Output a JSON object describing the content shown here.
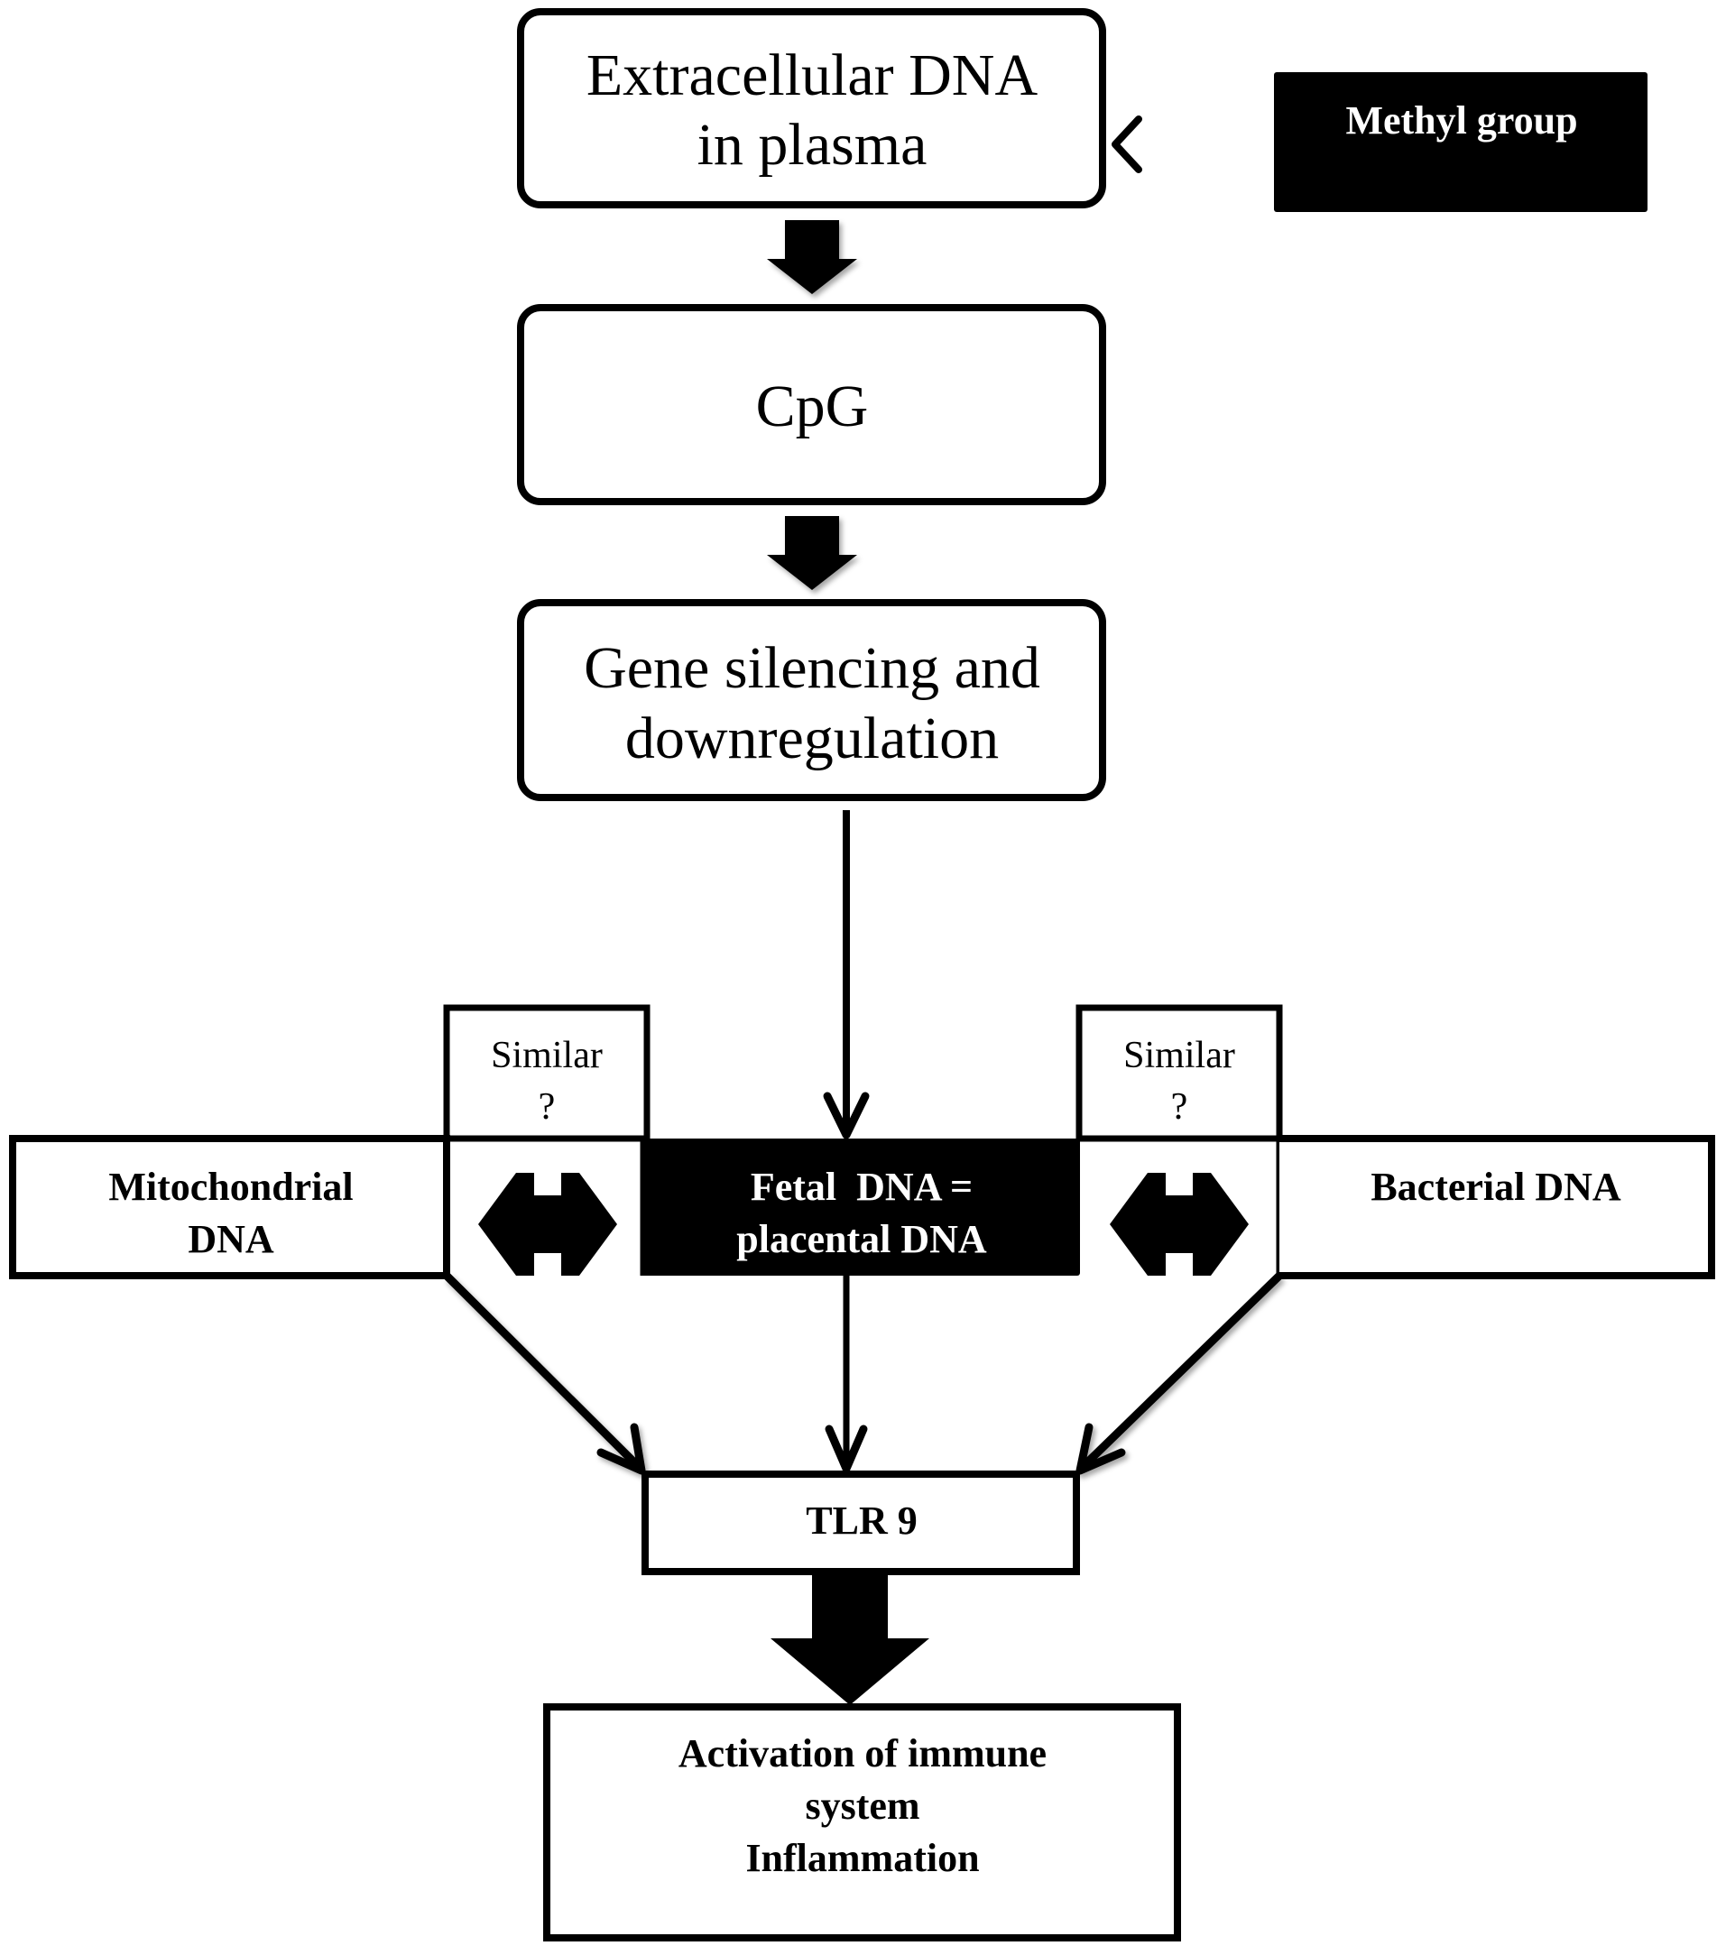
{
  "diagram": {
    "type": "flowchart",
    "colors": {
      "stroke": "#000000",
      "dark_fill": "#000000",
      "light_fill": "#ffffff",
      "dark_text": "#ffffff",
      "light_text": "#000000"
    },
    "nodes": {
      "extracellular_dna": {
        "lines": [
          "Extracellular DNA",
          "in plasma"
        ]
      },
      "methyl_group": {
        "lines": [
          "Methyl group"
        ]
      },
      "cpg": {
        "lines": [
          "CpG"
        ]
      },
      "gene_silencing": {
        "lines": [
          "Gene silencing and",
          "downregulation"
        ]
      },
      "similar_left": {
        "lines": [
          "Similar",
          "?"
        ]
      },
      "similar_right": {
        "lines": [
          "Similar",
          "?"
        ]
      },
      "mitochondrial_dna": {
        "lines": [
          "Mitochondrial",
          "DNA"
        ]
      },
      "fetal_dna": {
        "lines": [
          "Fetal  DNA =",
          "placental DNA"
        ]
      },
      "bacterial_dna": {
        "lines": [
          "Bacterial DNA"
        ]
      },
      "tlr9": {
        "lines": [
          "TLR 9"
        ]
      },
      "activation": {
        "lines": [
          "Activation of immune",
          "system",
          "Inflammation"
        ]
      }
    },
    "edges": [
      {
        "from": "methyl_group",
        "to": "extracellular_dna",
        "style": "thin-arrow"
      },
      {
        "from": "extracellular_dna",
        "to": "cpg",
        "style": "block-arrow"
      },
      {
        "from": "cpg",
        "to": "gene_silencing",
        "style": "block-arrow"
      },
      {
        "from": "gene_silencing",
        "to": "fetal_dna",
        "style": "thin-arrow"
      },
      {
        "from": "mitochondrial_dna",
        "to": "fetal_dna",
        "style": "double-block-arrow",
        "label_node": "similar_left"
      },
      {
        "from": "fetal_dna",
        "to": "bacterial_dna",
        "style": "double-block-arrow",
        "label_node": "similar_right"
      },
      {
        "from": "mitochondrial_dna",
        "to": "tlr9",
        "style": "thin-arrow"
      },
      {
        "from": "fetal_dna",
        "to": "tlr9",
        "style": "thin-arrow"
      },
      {
        "from": "bacterial_dna",
        "to": "tlr9",
        "style": "thin-arrow"
      },
      {
        "from": "tlr9",
        "to": "activation",
        "style": "large-block-arrow"
      }
    ]
  }
}
